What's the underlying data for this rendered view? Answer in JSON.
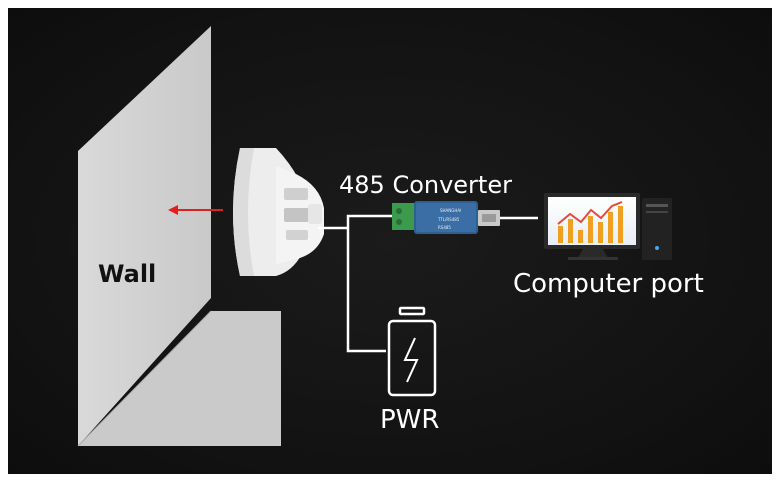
{
  "labels": {
    "wall": "Wall",
    "converter": "485 Converter",
    "computer": "Computer port",
    "power": "PWR"
  },
  "converter_text": {
    "brand": "SHANGHAI",
    "model": "TTL/RS485",
    "interface": "RS485"
  },
  "icons": [
    "detector-icon",
    "usb-converter-icon",
    "computer-icon",
    "battery-icon",
    "lightning-icon",
    "arrow-icon"
  ],
  "colors": {
    "background": "#151515",
    "wall": "#d4d4d4",
    "detector": "#eeeeee",
    "arrow": "#e02020",
    "converter_body": "#3a6ea5",
    "terminal": "#3b9a4c",
    "chart_bars": "#f0a020",
    "chart_line": "#e8483a"
  }
}
